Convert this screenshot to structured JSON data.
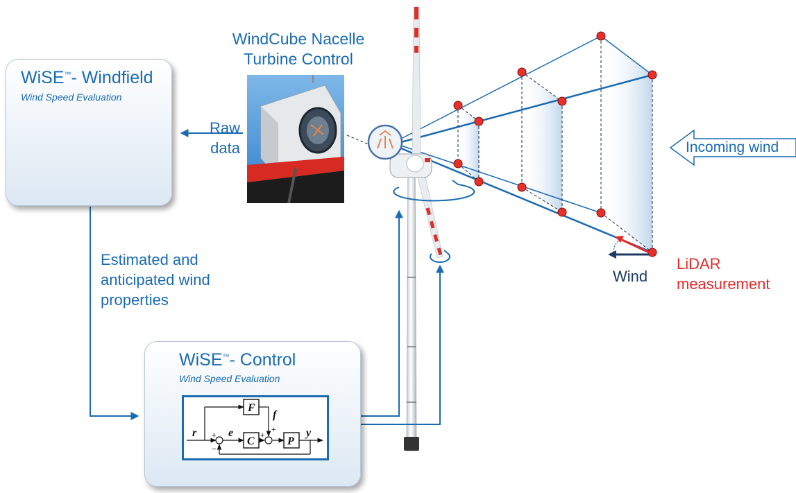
{
  "windfield_box": {
    "title": "WiSE",
    "title_suffix": "- Windfield",
    "tm": "™",
    "subtitle": "Wind Speed Evaluation"
  },
  "control_box": {
    "title": "WiSE",
    "title_suffix": "- Control",
    "tm": "™",
    "subtitle": "Wind Speed Evaluation"
  },
  "nacelle": {
    "line1": "WindCube Nacelle",
    "line2": "Turbine Control"
  },
  "raw_data": {
    "line1": "Raw",
    "line2": "data"
  },
  "estimated": {
    "line1": "Estimated and",
    "line2": "anticipated wind",
    "line3": "properties"
  },
  "incoming_wind": "Incoming wind",
  "wind_label": "Wind",
  "lidar": {
    "line1": "LiDAR",
    "line2": "measurement"
  },
  "controller": {
    "r": "r",
    "e": "e",
    "f": "f",
    "y": "y",
    "F": "F",
    "C": "C",
    "P": "P",
    "plus1": "+",
    "plus2": "+",
    "plus3": "+",
    "minus": "−"
  },
  "colors": {
    "blue": "#1b6bb2",
    "red": "#e42b2b",
    "dark": "#1c3a63"
  }
}
